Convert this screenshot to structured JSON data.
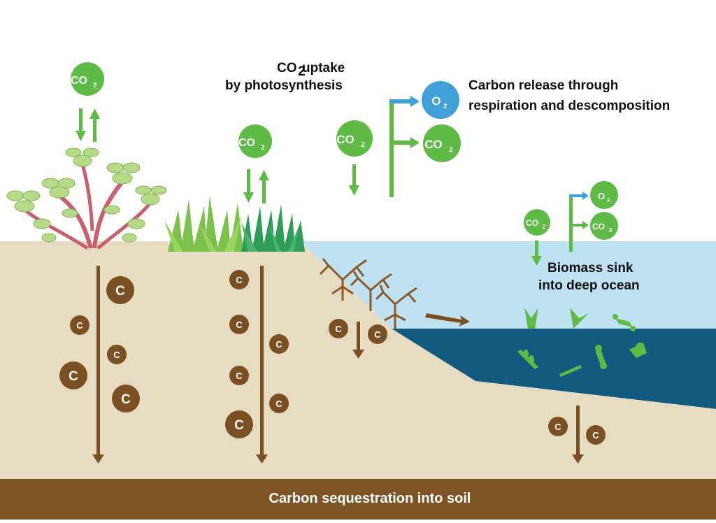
{
  "labels": {
    "uptake_line1_main": "CO",
    "uptake_line1_sub": "2",
    "uptake_line1_rest": " uptake",
    "uptake_line2": "by photosynthesis",
    "release_line1": "Carbon release through",
    "release_line2": "respiration and descomposition",
    "biomass_line1": "Biomass sink",
    "biomass_line2": "into deep ocean",
    "soil_label": "Carbon sequestration into soil"
  },
  "gases": {
    "co2_main": "CO",
    "co2_sub": "2",
    "o2_main": "O",
    "o2_sub": "2"
  },
  "carbon_symbol": "C",
  "colors": {
    "green": "#5dbb46",
    "blue": "#3fa0d8",
    "brown": "#7a4f21",
    "soil": "#e6dcc2",
    "deep_soil": "#7d5524",
    "shallow_water": "#bfe2f3",
    "deep_water": "#135b7e"
  }
}
